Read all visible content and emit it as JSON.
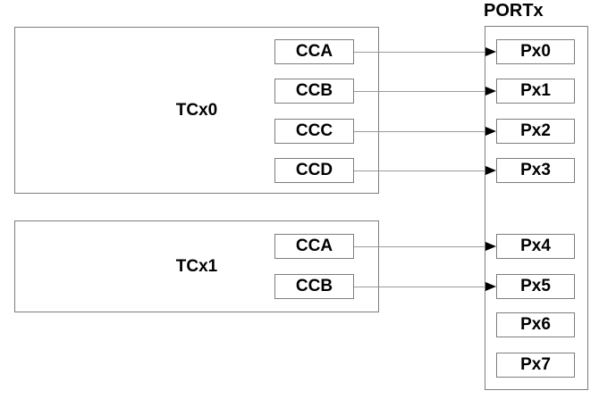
{
  "title": "PORTx",
  "timers": [
    {
      "label": "TCx0",
      "channels": [
        "CCA",
        "CCB",
        "CCC",
        "CCD"
      ]
    },
    {
      "label": "TCx1",
      "channels": [
        "CCA",
        "CCB"
      ]
    }
  ],
  "pins": [
    "Px0",
    "Px1",
    "Px2",
    "Px3",
    "Px4",
    "Px5",
    "Px6",
    "Px7"
  ],
  "connections": [
    {
      "from": "TCx0 CCA",
      "to": "Px0"
    },
    {
      "from": "TCx0 CCB",
      "to": "Px1"
    },
    {
      "from": "TCx0 CCC",
      "to": "Px2"
    },
    {
      "from": "TCx0 CCD",
      "to": "Px3"
    },
    {
      "from": "TCx1 CCA",
      "to": "Px4"
    },
    {
      "from": "TCx1 CCB",
      "to": "Px5"
    }
  ],
  "colors": {
    "background": "#ffffff",
    "box_border": "#7d7d7d",
    "connector_line": "#9a9a9a",
    "arrowhead": "#000000",
    "text": "#000000"
  }
}
